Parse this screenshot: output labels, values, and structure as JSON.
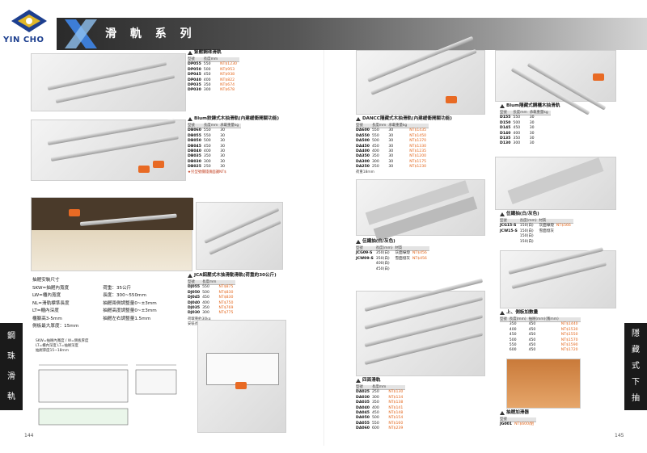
{
  "header": {
    "brand": "YIN CHO",
    "title": "滑 軌 系 列"
  },
  "spine_left": [
    "鋼",
    "珠",
    "滑",
    "軌"
  ],
  "spine_right": [
    "隱",
    "藏",
    "式",
    "下",
    "抽"
  ],
  "page_left": "144",
  "page_right": "145",
  "blocks": {
    "dp": {
      "title": "緊壓鋼珠滑軌",
      "head": [
        "型號",
        "長度mm",
        ""
      ],
      "rows": [
        [
          "DP055",
          "550",
          "NT$1230"
        ],
        [
          "DP050",
          "500",
          "NT$953"
        ],
        [
          "DP045",
          "450",
          "NT$938"
        ],
        [
          "DP040",
          "400",
          "NT$822"
        ],
        [
          "DP035",
          "350",
          "NT$674"
        ],
        [
          "DP030",
          "300",
          "NT$678"
        ]
      ]
    },
    "blum": {
      "title": "Blum鉸鍊式木抽滑軌(內建緩衝開關功能)",
      "head": [
        "型號",
        "長度mm",
        "承載重量kg"
      ],
      "rows": [
        [
          "DB060",
          "550",
          "30"
        ],
        [
          "DB055",
          "550",
          "30"
        ],
        [
          "DB050",
          "500",
          "30"
        ],
        [
          "DB045",
          "450",
          "30"
        ],
        [
          "DB040",
          "400",
          "30"
        ],
        [
          "DB035",
          "350",
          "30"
        ],
        [
          "DB030",
          "300",
          "30"
        ],
        [
          "DB025",
          "250",
          "30"
        ]
      ],
      "note": "★另型號價錢請面議NT$"
    },
    "dancc": {
      "title": "DANCC隱藏式木抽滑軌(內建緩衝開關功能)",
      "head": [
        "型號",
        "長度mm",
        "承載重量kg",
        ""
      ],
      "rows": [
        [
          "DA600",
          "550",
          "30",
          "NT$1435"
        ],
        [
          "DA550",
          "550",
          "30",
          "NT$1450"
        ],
        [
          "DA500",
          "500",
          "30",
          "NT$1370"
        ],
        [
          "DA450",
          "450",
          "30",
          "NT$1330"
        ],
        [
          "DA400",
          "400",
          "30",
          "NT$1235"
        ],
        [
          "DA350",
          "350",
          "30",
          "NT$1200"
        ],
        [
          "DA300",
          "300",
          "30",
          "NT$1175"
        ],
        [
          "DA250",
          "250",
          "30",
          "NT$1230"
        ]
      ],
      "note": "荷重18mm"
    },
    "blumhide": {
      "title": "Blum隱藏式鋼櫃木抽滑軌",
      "head": [
        "型號",
        "長度mm",
        "承載重量kg"
      ],
      "rows": [
        [
          "D155",
          "550",
          "30"
        ],
        [
          "D150",
          "500",
          "30"
        ],
        [
          "D145",
          "450",
          "30"
        ],
        [
          "D140",
          "400",
          "30"
        ],
        [
          "D135",
          "350",
          "30"
        ],
        [
          "D130",
          "300",
          "30"
        ]
      ]
    },
    "gray1": {
      "title": "伍鐵抽(白/灰色)",
      "head": [
        "型號",
        "長度(mm)",
        "材質",
        ""
      ],
      "rows": [
        [
          "JCG09-S",
          "350(白)",
          "灰面綠燈",
          "NT$456"
        ],
        [
          "JCW09-S",
          "350(白)",
          "雪面燈灰",
          "NT$456"
        ],
        [
          "",
          "400(白)",
          "",
          ""
        ],
        [
          "",
          "450(白)",
          "",
          ""
        ]
      ]
    },
    "gray2": {
      "title": "伍鐵抽(白/灰色)",
      "head": [
        "型號",
        "長度(mm)",
        "材質",
        ""
      ],
      "rows": [
        [
          "JCG15-S",
          "150(白)",
          "灰面綠燈",
          "NT$566"
        ],
        [
          "JCW15-S",
          "150(白)",
          "雪面燈灰",
          ""
        ],
        [
          "",
          "150(白)",
          "",
          ""
        ],
        [
          "",
          "150(白)",
          "",
          ""
        ]
      ]
    },
    "jca": {
      "title": "JCA鋁壓式木抽滑動滑軌(荷重約30公斤)",
      "head": [
        "型號",
        "長度mm",
        ""
      ],
      "rows": [
        [
          "DJ055",
          "550",
          "NT$875"
        ],
        [
          "DJ050",
          "500",
          "NT$830"
        ],
        [
          "DJ045",
          "450",
          "NT$830"
        ],
        [
          "DJ040",
          "400",
          "NT$750"
        ],
        [
          "DJ035",
          "350",
          "NT$769"
        ],
        [
          "DJ030",
          "300",
          "NT$775"
        ]
      ],
      "note": "荷載重約30kg\n安裝長度(單位)長度：3.5mm"
    },
    "updown": {
      "title": "上、側板加數量",
      "head": [
        "型號",
        "長度(mm)",
        "抽屜(mm)(寬mm)",
        ""
      ],
      "rows": [
        [
          "",
          "350",
          "450",
          "NT$1440"
        ],
        [
          "",
          "400",
          "450",
          "NT$1530"
        ],
        [
          "",
          "450",
          "450",
          "NT$1550"
        ],
        [
          "",
          "500",
          "450",
          "NT$1570"
        ],
        [
          "",
          "550",
          "450",
          "NT$1590"
        ],
        [
          "",
          "600",
          "450",
          "NT$1720"
        ]
      ]
    },
    "dc": {
      "title": "四面滑軌",
      "head": [
        "型號",
        "長度mm",
        ""
      ],
      "rows": [
        [
          "DA025",
          "250",
          "NT$130"
        ],
        [
          "DA030",
          "300",
          "NT$134"
        ],
        [
          "DA035",
          "350",
          "NT$138"
        ],
        [
          "DA040",
          "400",
          "NT$141"
        ],
        [
          "DA045",
          "450",
          "NT$148"
        ],
        [
          "DA050",
          "500",
          "NT$154"
        ],
        [
          "DA055",
          "550",
          "NT$160"
        ],
        [
          "DA060",
          "600",
          "NT$239"
        ]
      ]
    },
    "jg": {
      "title": "抽屜加滑器",
      "head": [
        "型號",
        ""
      ],
      "rows": [
        [
          "JG001",
          "NT$600/組"
        ]
      ]
    }
  },
  "install": {
    "title": "抽屜安裝尺寸",
    "col1": [
      "SKW=抽屜內寬度",
      "LW=櫃內寬度",
      "NL=滑軌標準長度",
      "LT=櫃內深度",
      "櫃腳高3-5mm",
      "側板最大厚度：15mm"
    ],
    "col2": [
      "荷重：35公斤",
      "長度：300~550mm",
      "抽屜兩側調整量0~±3mm",
      "抽屜高度調整量0~±3mm",
      "抽屜左右調整量1.5mm"
    ]
  },
  "diagram_labels": [
    "SKW=抽屜內寬度 / W=側板厚度",
    "LT=櫃內深度 LT=抽屜深度",
    "抽屜厚度15~18mm"
  ]
}
